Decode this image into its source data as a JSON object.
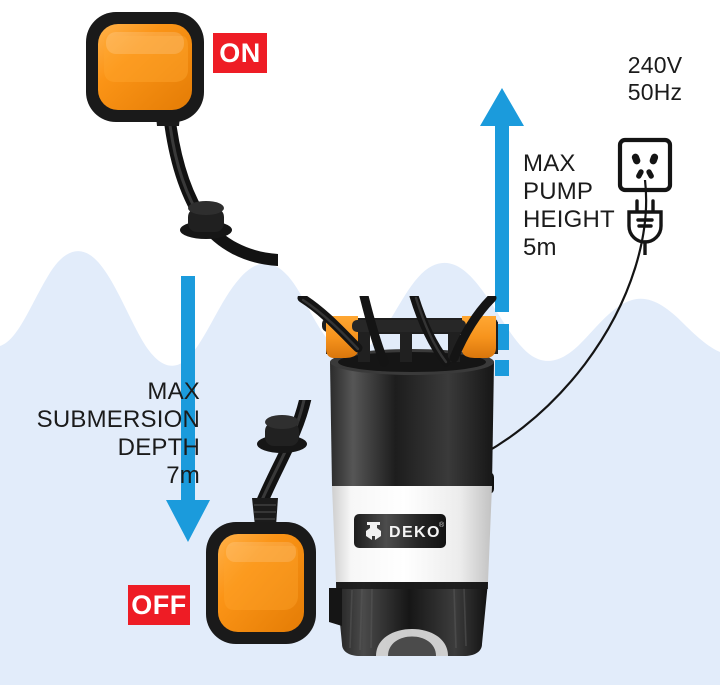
{
  "scene": {
    "title": "Submersible Water Pump Operation Diagram",
    "background_color": "#ffffff",
    "water_color": "#e2ecfa",
    "accent_blue": "#1b9bdc",
    "badge_red": "#ee1c25",
    "text_color": "#1b1b1b",
    "orange": "#f7941d",
    "black": "#1a1a1a"
  },
  "labels": {
    "max_pump_height": "MAX\nPUMP\nHEIGHT\n5m",
    "max_pump_height_value": "5m",
    "max_submersion_depth": "MAX\nSUBMERSION\nDEPTH\n7m",
    "max_submersion_depth_value": "7m",
    "voltage": "240V\n50Hz",
    "voltage_volts": "240V",
    "voltage_frequency": "50Hz"
  },
  "badges": {
    "on": "ON",
    "off": "OFF"
  },
  "icons": {
    "socket": "power-socket-icon",
    "plug": "power-plug-icon",
    "arrow_up": "arrow-up-icon",
    "arrow_down": "arrow-down-icon"
  },
  "product": {
    "brand": "DEKO",
    "brand_mark": "DEKO®",
    "parts": {
      "float_switch_upper": "float-switch-upper",
      "float_switch_lower": "float-switch-lower",
      "pump_body": "submersible-pump",
      "hose_outlet": "hose-outlet-elbow",
      "carry_handle": "carry-handle",
      "power_cord": "power-cord"
    }
  },
  "measurements": {
    "pump_height_m": 5,
    "submersion_depth_m": 7,
    "voltage_v": 240,
    "frequency_hz": 50
  }
}
